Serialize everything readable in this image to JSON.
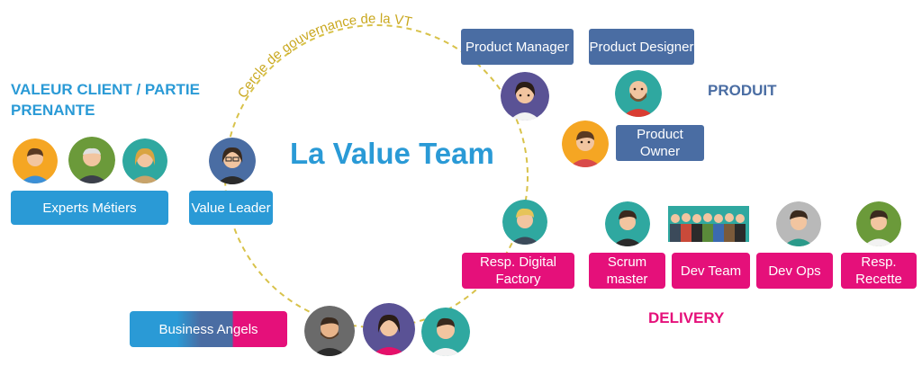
{
  "diagram": {
    "title": "La Value Team",
    "arc_label": "Cercle de gouvernance de la VT",
    "sections": {
      "client": "VALEUR CLIENT / PARTIE PRENANTE",
      "produit": "PRODUIT",
      "delivery": "DELIVERY"
    },
    "roles": {
      "product_manager": "Product Manager",
      "product_designer": "Product Designer",
      "product_owner": "Product Owner",
      "experts_metiers": "Experts Métiers",
      "value_leader": "Value Leader",
      "resp_digital_factory": "Resp. Digital Factory",
      "scrum_master": "Scrum master",
      "dev_team": "Dev Team",
      "dev_ops": "Dev Ops",
      "resp_recette": "Resp. Recette",
      "business_angels": "Business Angels"
    },
    "colors": {
      "title_blue": "#2a9ad6",
      "product_blue": "#4a6da3",
      "delivery_pink": "#e5107a",
      "arc_gold": "#c9b338"
    }
  }
}
